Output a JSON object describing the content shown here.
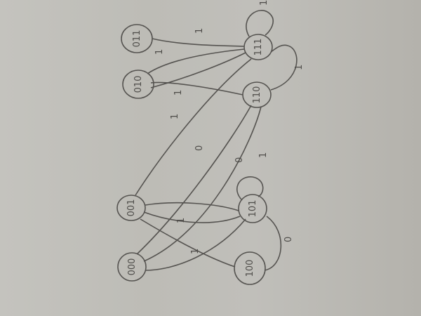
{
  "diagram": {
    "type": "state-diagram",
    "medium": "hand-drawn on paper, photographed rotated 90 degrees",
    "nodes": [
      {
        "id": "011",
        "label": "011"
      },
      {
        "id": "010",
        "label": "010"
      },
      {
        "id": "111",
        "label": "111"
      },
      {
        "id": "110",
        "label": "110"
      },
      {
        "id": "001",
        "label": "001"
      },
      {
        "id": "000",
        "label": "000"
      },
      {
        "id": "101",
        "label": "101"
      },
      {
        "id": "100",
        "label": "100"
      }
    ],
    "edges": [
      {
        "from": "111",
        "to": "111",
        "label": "1"
      },
      {
        "from": "011",
        "to": "111",
        "label": "1"
      },
      {
        "from": "111",
        "to": "010",
        "label": "1"
      },
      {
        "from": "010",
        "to": "111",
        "label": ""
      },
      {
        "from": "110",
        "to": "010",
        "label": "1"
      },
      {
        "from": "110",
        "to": "111",
        "label": "1"
      },
      {
        "from": "001",
        "to": "111",
        "label": "1"
      },
      {
        "from": "101",
        "to": "000",
        "label": "0"
      },
      {
        "from": "110",
        "to": "000",
        "label": "0"
      },
      {
        "from": "101",
        "to": "101",
        "label": "1"
      },
      {
        "from": "001",
        "to": "101",
        "label": "0"
      },
      {
        "from": "101",
        "to": "001",
        "label": "1"
      },
      {
        "from": "100",
        "to": "001",
        "label": "1"
      },
      {
        "from": "000",
        "to": "101",
        "label": "1"
      },
      {
        "from": "100",
        "to": "101",
        "label": "0"
      }
    ],
    "edge_labels_visible": [
      "1",
      "1",
      "1",
      "1",
      "1",
      "0",
      "0",
      "1",
      "1",
      "1",
      "1",
      "0"
    ]
  }
}
